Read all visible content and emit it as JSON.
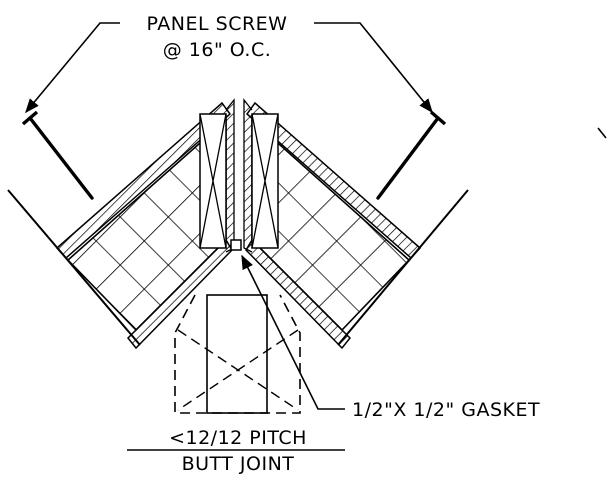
{
  "labels": {
    "panel_screw": "PANEL SCREW",
    "spacing": "@ 16\" O.C.",
    "gasket": "1/2\"X 1/2\" GASKET",
    "pitch": "<12/12 PITCH",
    "joint": "BUTT JOINT"
  },
  "colors": {
    "ink": "#000000",
    "background": "#ffffff"
  }
}
